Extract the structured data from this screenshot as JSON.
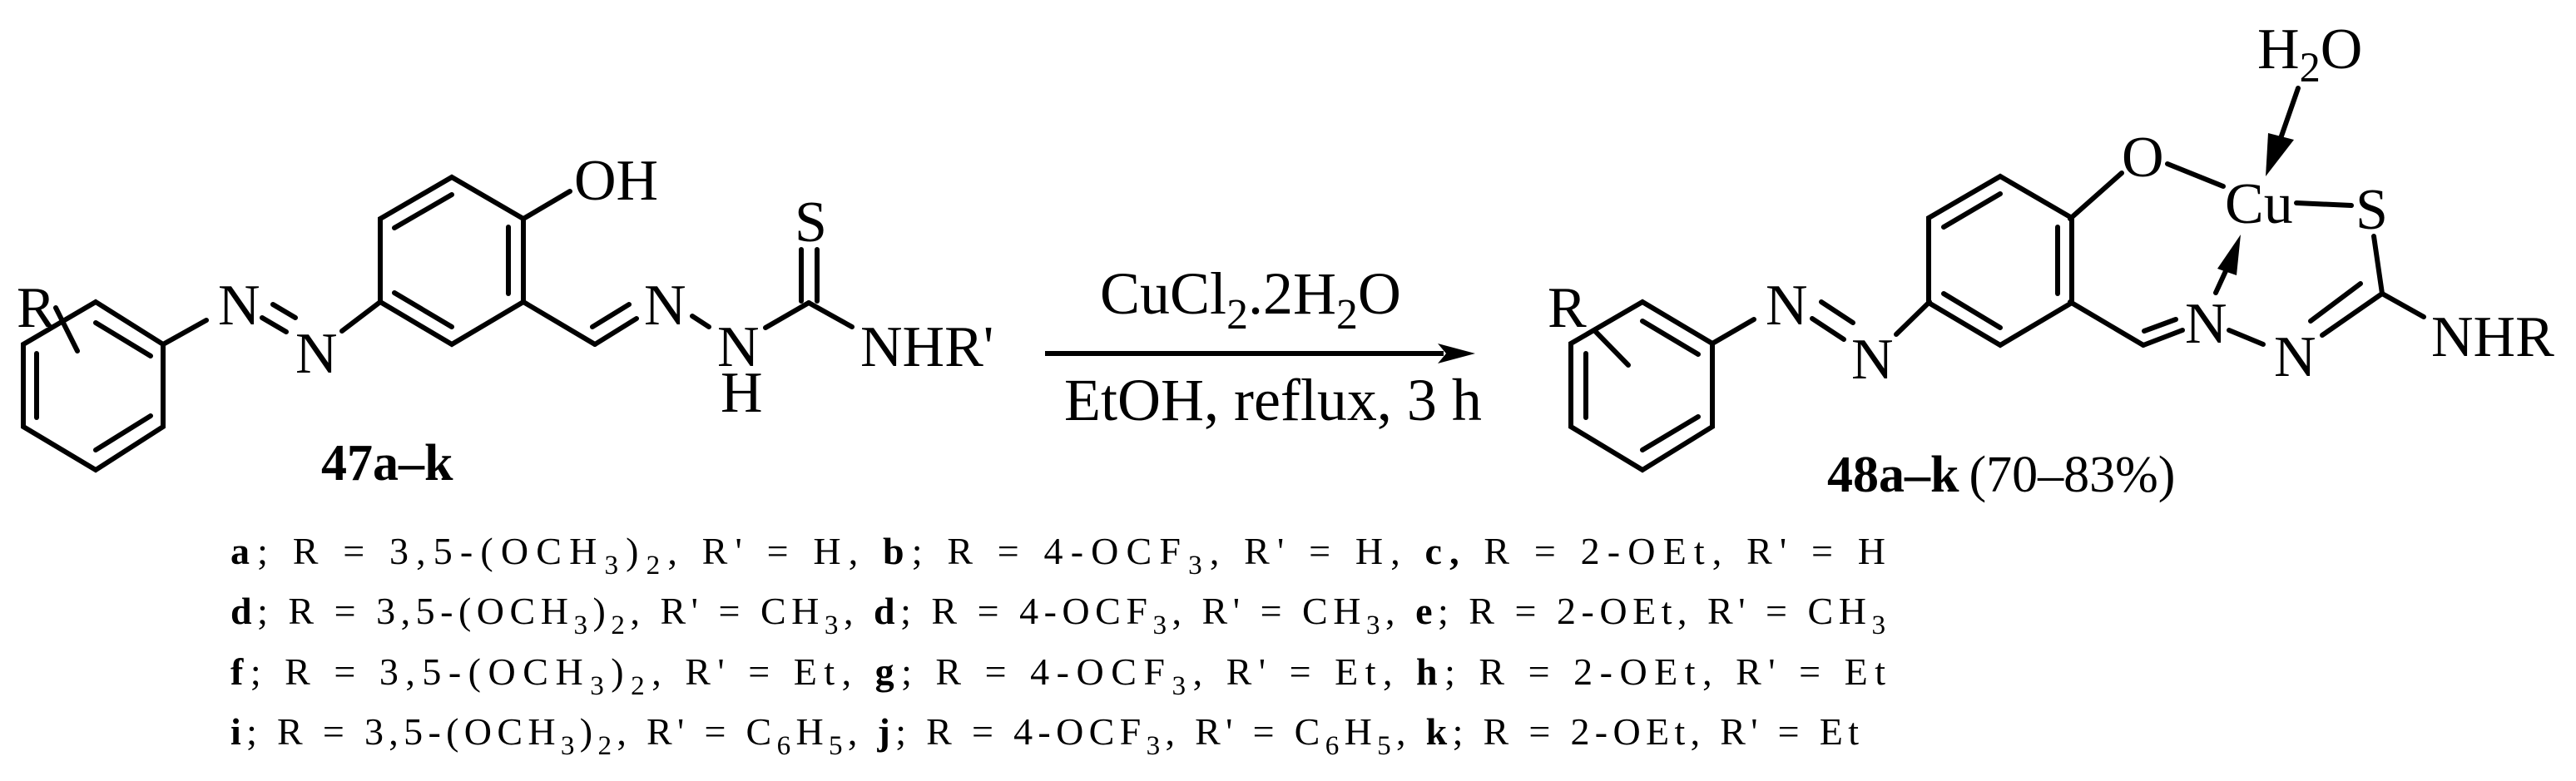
{
  "scheme": {
    "reactant": {
      "label": "47a–k",
      "atoms": {
        "R": "R",
        "azo_n1": "N",
        "azo_n2": "N",
        "OH": "OH",
        "imine_n": "N",
        "nh_n": "N",
        "nh_h": "H",
        "S": "S",
        "NHR": "NHR'"
      }
    },
    "conditions": {
      "above": {
        "main": "CuCl",
        "sub1": "2",
        "mid": ".2H",
        "sub2": "2",
        "end": "O"
      },
      "below": "EtOH, reflux, 3 h"
    },
    "product": {
      "label": "48a–k",
      "yield": "(70–83%)",
      "atoms": {
        "R": "R",
        "azo_n1": "N",
        "azo_n2": "N",
        "O": "O",
        "Cu": "Cu",
        "S": "S",
        "water_h": "H",
        "water_sub": "2",
        "water_o": "O",
        "imine_n": "N",
        "hydrazone_n": "N",
        "NHR": "NHR"
      }
    },
    "substituents": [
      [
        {
          "id": "a",
          "sep": ";",
          "R": "3,5-(OCH",
          "Rsub": "3",
          "Rclose": ")",
          "Rsub2": "2",
          "Rp": "H"
        },
        {
          "id": "b",
          "sep": ";",
          "R": "4-OCF",
          "Rsub": "3",
          "Rp": "H"
        },
        {
          "id": "c",
          "sep": ",",
          "R": "2-OEt",
          "Rp": "H"
        }
      ],
      [
        {
          "id": "d",
          "sep": ";",
          "R": "3,5-(OCH",
          "Rsub": "3",
          "Rclose": ")",
          "Rsub2": "2",
          "Rp": "CH",
          "Rpsub": "3"
        },
        {
          "id": "d",
          "sep": ";",
          "R": "4-OCF",
          "Rsub": "3",
          "Rp": "CH",
          "Rpsub": "3"
        },
        {
          "id": "e",
          "sep": ";",
          "R": "2-OEt",
          "Rp": "CH",
          "Rpsub": "3"
        }
      ],
      [
        {
          "id": "f",
          "sep": ";",
          "R": "3,5-(OCH",
          "Rsub": "3",
          "Rclose": ")",
          "Rsub2": "2",
          "Rp": "Et"
        },
        {
          "id": "g",
          "sep": ";",
          "R": "4-OCF",
          "Rsub": "3",
          "Rp": "Et"
        },
        {
          "id": "h",
          "sep": ";",
          "R": "2-OEt",
          "Rp": "Et"
        }
      ],
      [
        {
          "id": "i",
          "sep": ";",
          "R": "3,5-(OCH",
          "Rsub": "3",
          "Rclose": ")",
          "Rsub2": "2",
          "Rp": "C",
          "Rpsub": "6",
          "Rp2": "H",
          "Rpsub2": "5"
        },
        {
          "id": "j",
          "sep": ";",
          "R": "4-OCF",
          "Rsub": "3",
          "Rp": "C",
          "Rpsub": "6",
          "Rp2": "H",
          "Rpsub2": "5"
        },
        {
          "id": "k",
          "sep": ";",
          "R": "2-OEt",
          "Rp": "Et"
        }
      ]
    ],
    "legend_text": {
      "r_eq": "R = ",
      "rp_eq": "R' = ",
      "comma": ", "
    }
  }
}
